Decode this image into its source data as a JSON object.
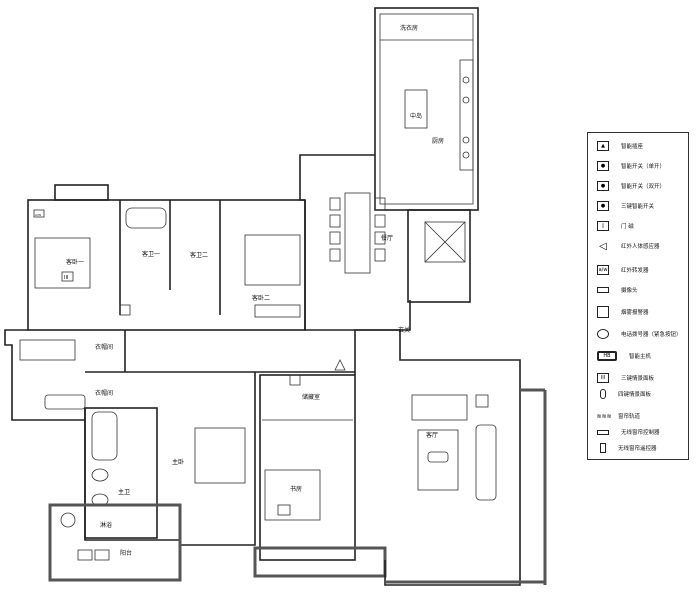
{
  "rooms": {
    "laundry": "洗衣房",
    "island": "中岛",
    "kitchen": "厨房",
    "dining": "餐厅",
    "foyer": "玄关",
    "living": "客厅",
    "storage": "储藏室",
    "study": "书房",
    "master_bedroom": "主卧",
    "master_bath": "主卫",
    "shower": "淋浴",
    "balcony": "阳台",
    "cloakroom_1": "衣帽间",
    "cloakroom_2": "衣帽间",
    "guest_bedroom_1": "客卧一",
    "guest_bedroom_2": "客卧二",
    "guest_bath_1": "客卫一",
    "guest_bath_2": "客卫二"
  },
  "legend": [
    {
      "icon": "smart-socket-icon",
      "label": "智能插座"
    },
    {
      "icon": "smart-switch-single-icon",
      "label": "智能开关（单开）"
    },
    {
      "icon": "smart-switch-double-icon",
      "label": "智能开关（双开）"
    },
    {
      "icon": "three-key-switch-icon",
      "label": "三键智能开关"
    },
    {
      "icon": "door-sensor-icon",
      "label": "门    磁"
    },
    {
      "icon": "infrared-body-sensor-icon",
      "label": "红外人体感应器"
    },
    {
      "icon": "infrared-transponder-icon",
      "label": "红外转发器"
    },
    {
      "icon": "camera-icon",
      "label": "摄像头"
    },
    {
      "icon": "smoke-alarm-icon",
      "label": "烟雾报警器"
    },
    {
      "icon": "phone-dialer-icon",
      "label": "电话拨号器（紧急按钮）"
    },
    {
      "icon": "smart-host-icon",
      "label": "智能主机"
    },
    {
      "icon": "three-key-scene-panel-icon",
      "label": "三键情景面板"
    },
    {
      "icon": "four-key-scene-panel-icon",
      "label": "四键情景面板"
    },
    {
      "icon": "curtain-track-icon",
      "label": "窗帘轨道"
    },
    {
      "icon": "wireless-curtain-controller-icon",
      "label": "无线窗帘控制器"
    },
    {
      "icon": "wireless-curtain-remote-icon",
      "label": "无线窗帘遥控器"
    }
  ],
  "symbols": {
    "ir": "A/W",
    "host": "HB",
    "panel": "III"
  }
}
